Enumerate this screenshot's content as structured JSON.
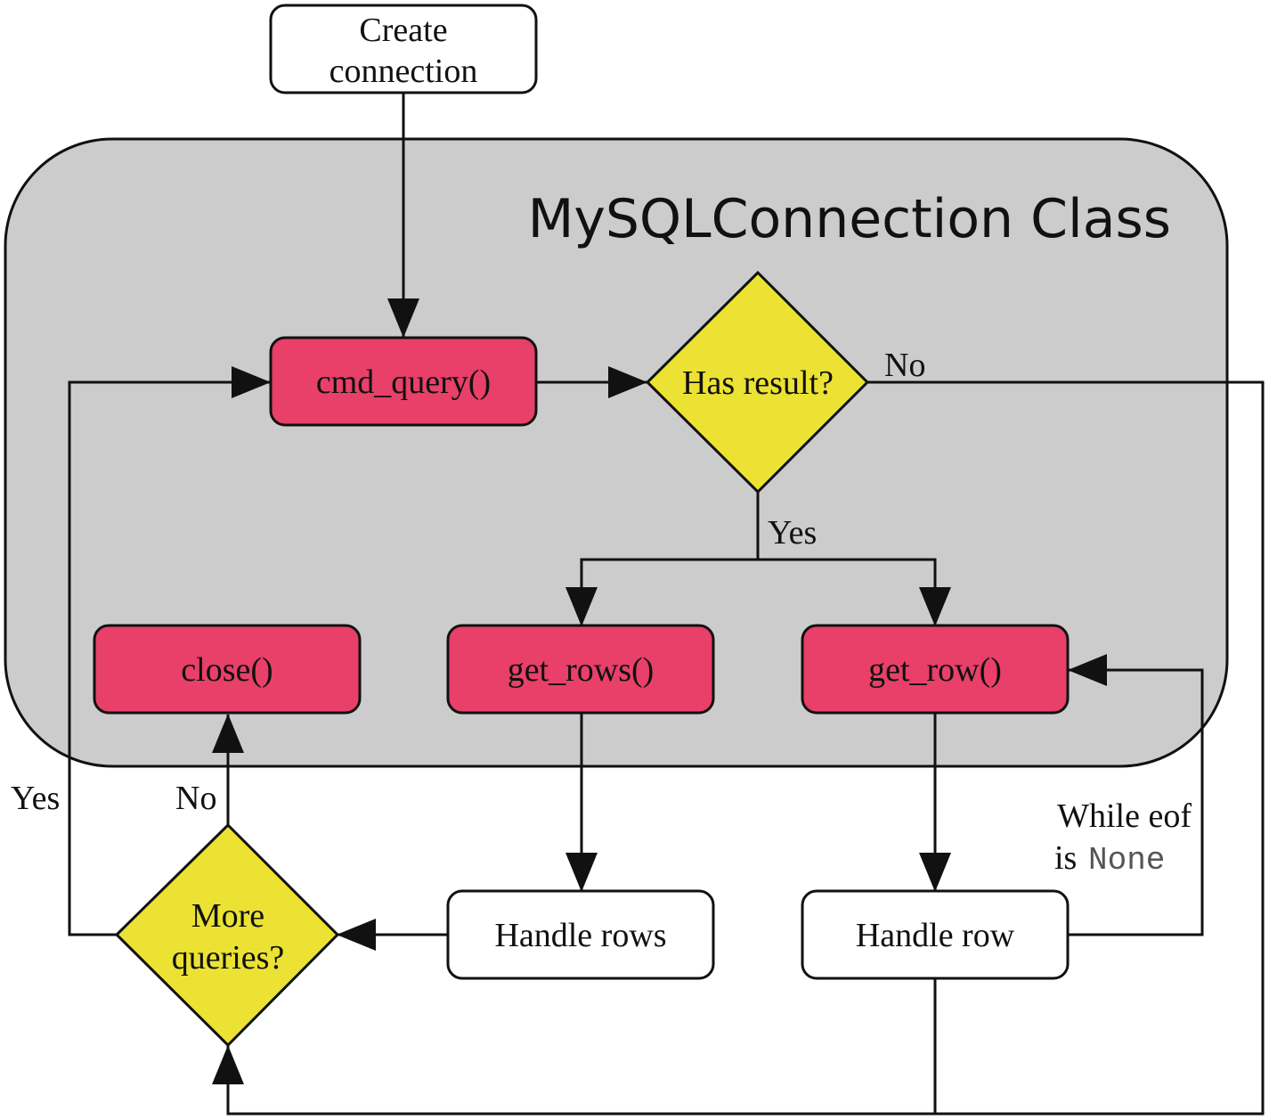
{
  "container": {
    "title": "MySQLConnection Class",
    "fill_color": "#cccccc"
  },
  "colors": {
    "method_fill": "#e84068",
    "decision_fill": "#ebe233",
    "plain_fill": "#ffffff",
    "line": "#111111"
  },
  "nodes": {
    "create_connection": {
      "line1": "Create",
      "line2": "connection"
    },
    "cmd_query": {
      "label": "cmd_query()"
    },
    "has_result": {
      "label": "Has result?"
    },
    "get_rows": {
      "label": "get_rows()"
    },
    "get_row": {
      "label": "get_row()"
    },
    "close": {
      "label": "close()"
    },
    "handle_rows": {
      "label": "Handle rows"
    },
    "handle_row": {
      "label": "Handle row"
    },
    "more_queries": {
      "line1": "More",
      "line2": "queries?"
    }
  },
  "edge_labels": {
    "has_result_no": "No",
    "has_result_yes": "Yes",
    "more_queries_yes": "Yes",
    "more_queries_no": "No",
    "while_eof_line1": "While eof",
    "while_eof_is": "is",
    "while_eof_value": "None"
  }
}
